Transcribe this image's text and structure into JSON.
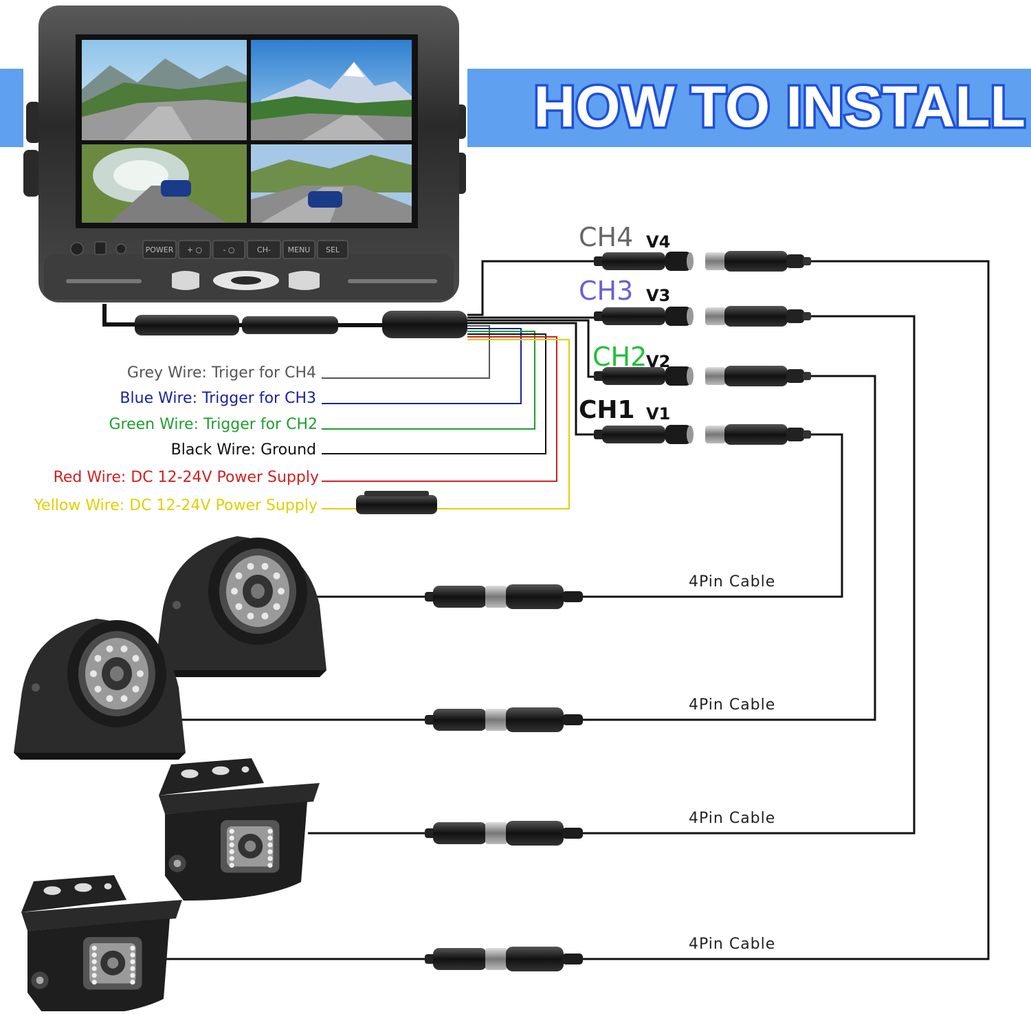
{
  "header": {
    "title": "HOW TO INSTALL",
    "band_color": "#5fa0f0",
    "title_color": "#ffffff",
    "title_outline": "#1f4fd8"
  },
  "monitor": {
    "buttons": [
      "POWER",
      "+ ○",
      "- ○",
      "CH-",
      "MENU",
      "SEL"
    ]
  },
  "channels": [
    {
      "ch": "CH4",
      "v": "V4",
      "color": "#666666"
    },
    {
      "ch": "CH3",
      "v": "V3",
      "color": "#6a5fd6"
    },
    {
      "ch": "CH2",
      "v": "V2",
      "color": "#22c03a"
    },
    {
      "ch": "CH1",
      "v": "V1",
      "color": "#111111"
    }
  ],
  "wires": [
    {
      "label": "Grey Wire: Triger for CH4",
      "color": "#555555"
    },
    {
      "label": "Blue Wire: Trigger for CH3",
      "color": "#1a22a0"
    },
    {
      "label": "Green Wire: Trigger for CH2",
      "color": "#1f9e2e"
    },
    {
      "label": "Black Wire: Ground",
      "color": "#111111"
    },
    {
      "label": "Red Wire: DC 12-24V Power Supply",
      "color": "#d42020"
    },
    {
      "label": "Yellow Wire: DC 12-24V Power Supply",
      "color": "#e0d000"
    }
  ],
  "cables": [
    {
      "label": "4Pin Cable",
      "icon": "dome-camera-icon"
    },
    {
      "label": "4Pin Cable",
      "icon": "dome-camera-icon"
    },
    {
      "label": "4Pin Cable",
      "icon": "bracket-camera-icon"
    },
    {
      "label": "4Pin Cable",
      "icon": "bracket-camera-icon"
    }
  ]
}
